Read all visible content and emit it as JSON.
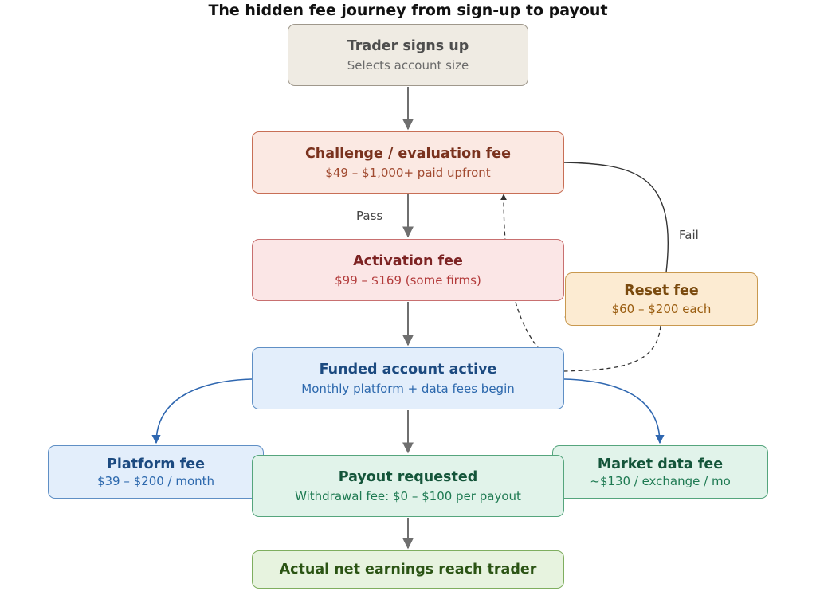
{
  "title": "The hidden fee journey from sign-up to payout",
  "nodes": {
    "signup": {
      "title": "Trader signs up",
      "subtitle": "Selects account size"
    },
    "challenge": {
      "title": "Challenge / evaluation fee",
      "subtitle": "$49 – $1,000+ paid upfront"
    },
    "activation": {
      "title": "Activation fee",
      "subtitle": "$99 – $169 (some firms)"
    },
    "reset": {
      "title": "Reset fee",
      "subtitle": "$60 – $200 each"
    },
    "funded": {
      "title": "Funded account active",
      "subtitle": "Monthly platform + data fees begin"
    },
    "platform": {
      "title": "Platform fee",
      "subtitle": "$39 – $200 / month"
    },
    "marketdata": {
      "title": "Market data fee",
      "subtitle": "~$130 / exchange / mo"
    },
    "payout": {
      "title": "Payout requested",
      "subtitle": "Withdrawal fee: $0 – $100 per payout"
    },
    "net": {
      "title": "Actual net earnings reach trader"
    }
  },
  "edge_labels": {
    "pass": "Pass",
    "fail": "Fail"
  }
}
